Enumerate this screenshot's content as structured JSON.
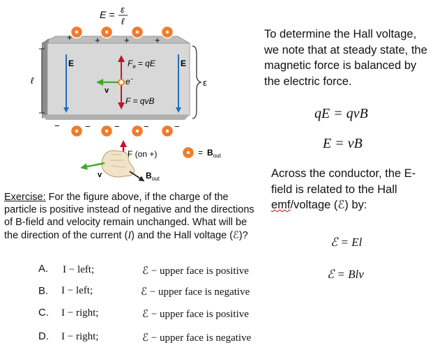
{
  "figure": {
    "top_formula": {
      "lhs": "E =",
      "num": "ε",
      "den": "ℓ"
    },
    "label_E_left": "E",
    "label_E_right": "E",
    "force_electric": "F",
    "force_electric_sub": "e",
    "force_electric_rhs": "= qE",
    "charge_label": "e",
    "charge_sup": "−",
    "force_magnetic": "F = qvB",
    "velocity_label": "v",
    "length_label": "ℓ",
    "emf_label": "ε",
    "force_on_conductor": "F (on +)",
    "legend_eq": "=",
    "legend_B": "B",
    "legend_B_sub": "out",
    "hand_v": "v",
    "hand_B": "B",
    "hand_B_sub": "out",
    "plus": "+",
    "minus": "−",
    "colors": {
      "plate": "#d8d8d8",
      "plate_top": "#bdbdbd",
      "plate_side": "#8c8c8c",
      "field": "#1f6fbf",
      "force": "#c8102e",
      "velocity": "#3cab2a",
      "b_dot": "#f07c2a"
    }
  },
  "intro": {
    "text": "To determine the Hall voltage, we note that at steady state, the magnetic force is balanced by the electric force."
  },
  "equations": {
    "eq1": "qE = qvB",
    "eq2": "E = vB",
    "eq3": "ℰ = El",
    "eq4": "ℰ = Blv"
  },
  "across": {
    "part1": "Across the conductor, the E-field is related to the Hall ",
    "emf": "emf",
    "part2": "/voltage  (ℰ) by:"
  },
  "exercise": {
    "label": "Exercise:",
    "text": " For the figure above, if the charge of the particle is positive instead of negative and the directions of B-field and velocity remain unchanged. What will be the direction of the current  (",
    "current_sym": "I",
    "text2": ") and the Hall voltage (ℰ)?"
  },
  "options": [
    {
      "letter": "A.",
      "current": "I  − left;",
      "voltage": "ℰ − upper face is positive"
    },
    {
      "letter": "B.",
      "current": "I  − left;",
      "voltage": "ℰ − upper face is negative"
    },
    {
      "letter": "C.",
      "current": "I  − right;",
      "voltage": "ℰ − upper face is positive"
    },
    {
      "letter": "D.",
      "current": "I  − right;",
      "voltage": "ℰ − upper face is negative"
    }
  ]
}
